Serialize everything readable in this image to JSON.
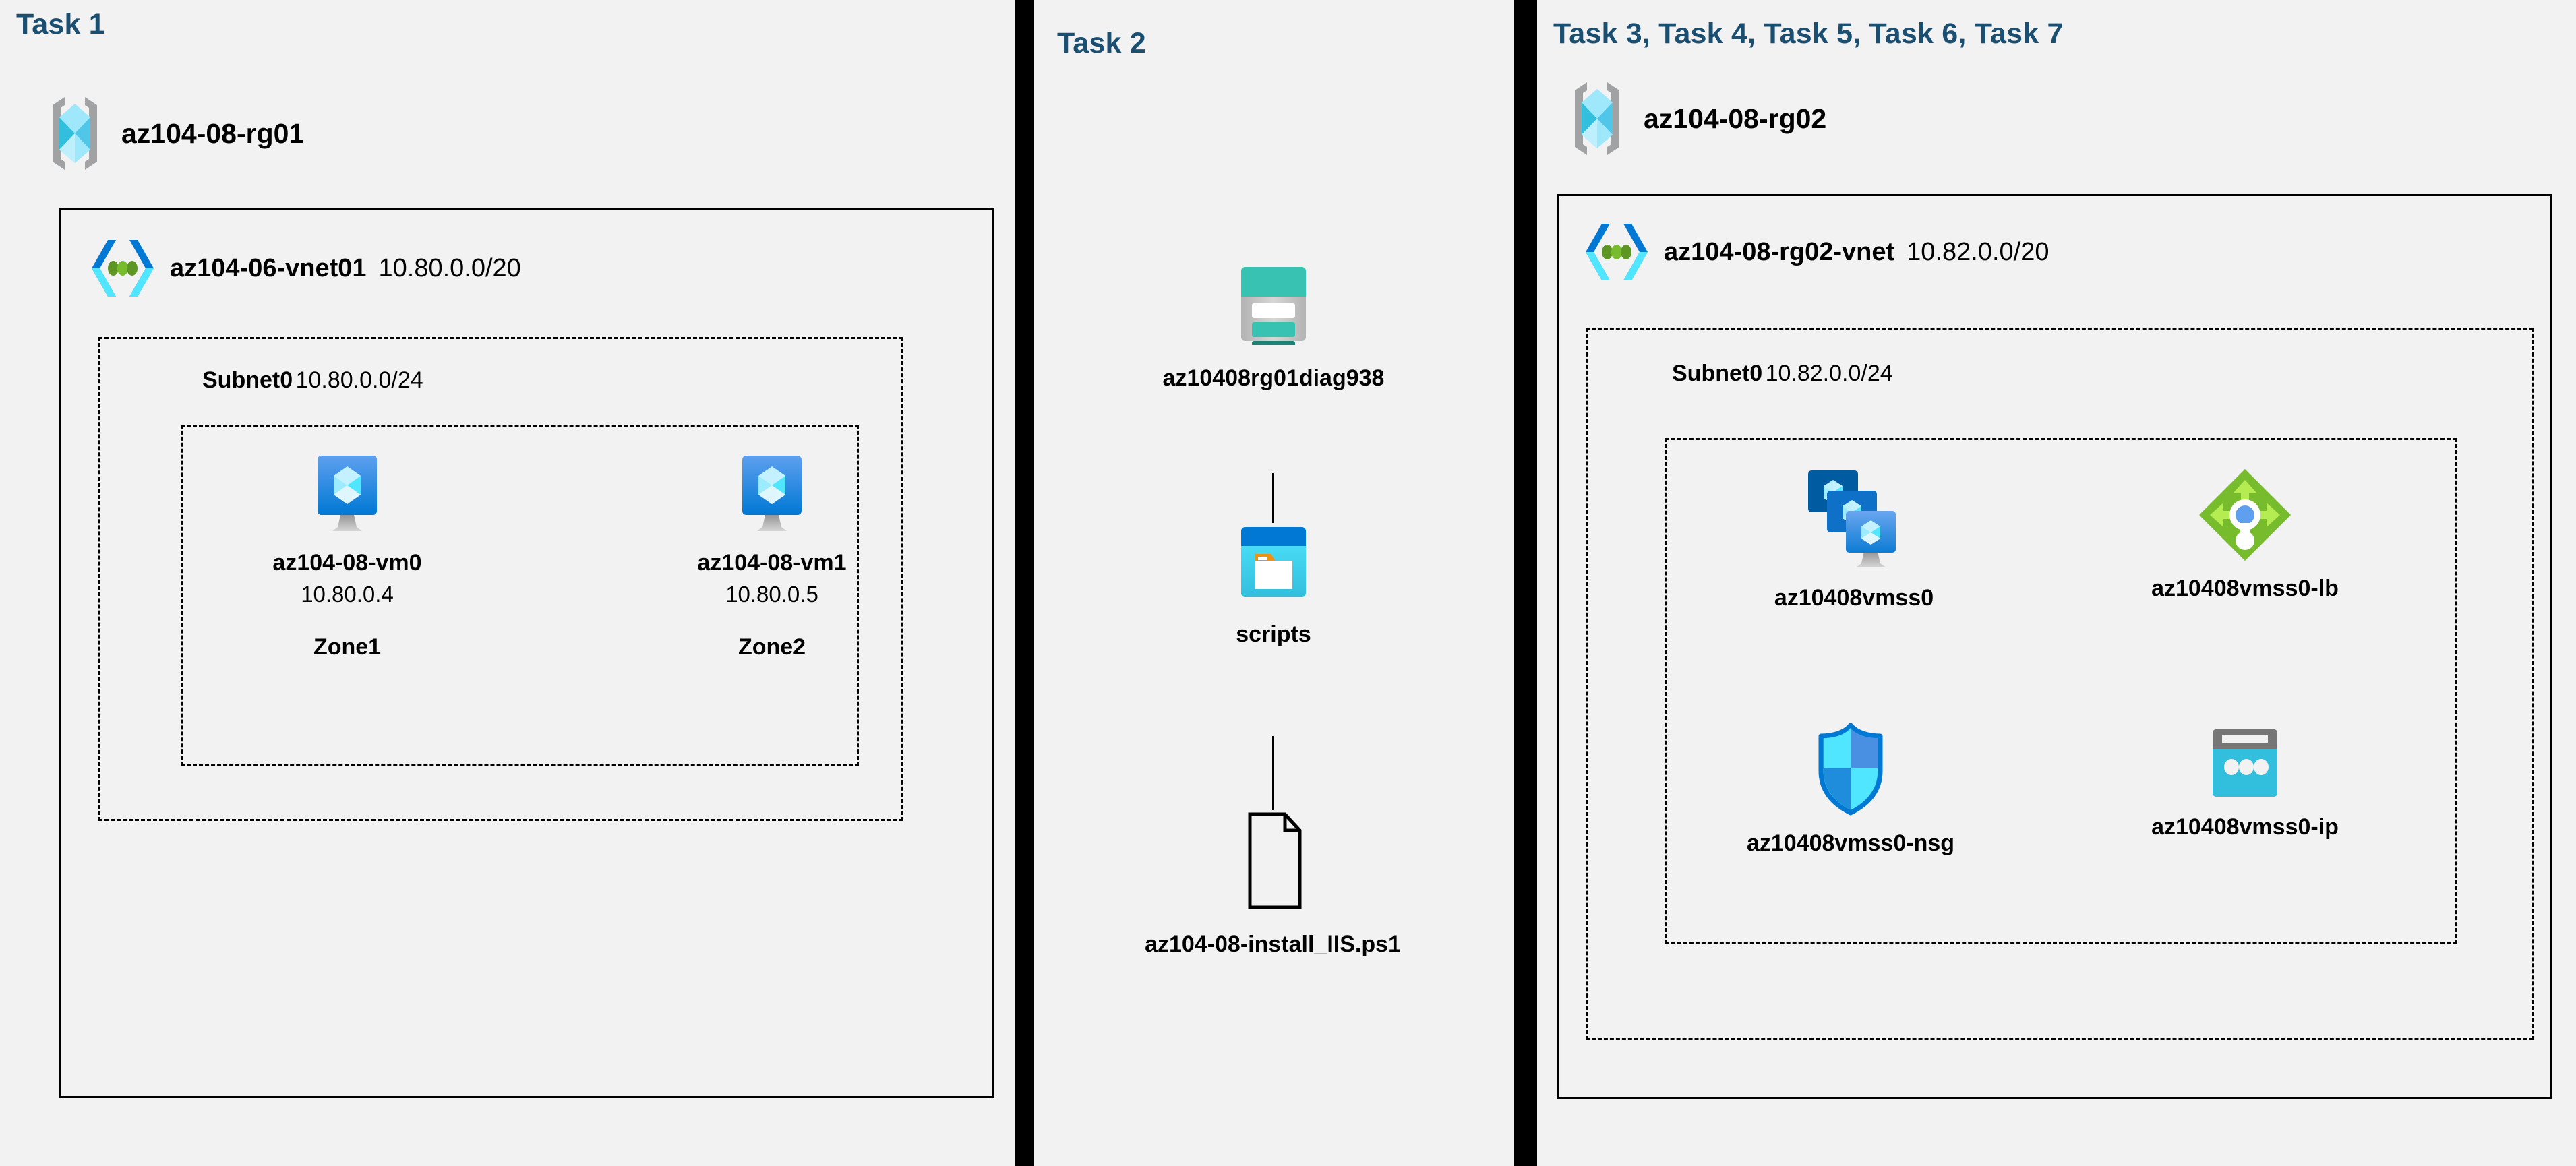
{
  "panels": [
    {
      "heading": "Task 1",
      "resource_group": {
        "name": "az104-08-rg01",
        "icon": "resource-group-icon"
      },
      "vnet": {
        "name": "az104-06-vnet01",
        "cidr": "10.80.0.0/20",
        "icon": "virtual-network-icon"
      },
      "subnet": {
        "name": "Subnet0",
        "cidr": "10.80.0.0/24"
      },
      "vms": [
        {
          "name": "az104-08-vm0",
          "ip": "10.80.0.4",
          "zone": "Zone1",
          "icon": "virtual-machine-icon"
        },
        {
          "name": "az104-08-vm1",
          "ip": "10.80.0.5",
          "zone": "Zone2",
          "icon": "virtual-machine-icon"
        }
      ]
    },
    {
      "heading": "Task 2",
      "items": [
        {
          "name": "az10408rg01diag938",
          "icon": "storage-account-icon"
        },
        {
          "name": "scripts",
          "icon": "blob-container-icon"
        },
        {
          "name": "az104-08-install_IIS.ps1",
          "icon": "script-file-icon"
        }
      ]
    },
    {
      "heading": "Task 3, Task 4, Task 5, Task 6, Task 7",
      "resource_group": {
        "name": "az104-08-rg02",
        "icon": "resource-group-icon"
      },
      "vnet": {
        "name": "az104-08-rg02-vnet",
        "cidr": "10.82.0.0/20",
        "icon": "virtual-network-icon"
      },
      "subnet": {
        "name": "Subnet0",
        "cidr": "10.82.0.0/24"
      },
      "resources": [
        {
          "name": "az10408vmss0",
          "icon": "vm-scale-set-icon"
        },
        {
          "name": "az10408vmss0-lb",
          "icon": "load-balancer-icon"
        },
        {
          "name": "az10408vmss0-nsg",
          "icon": "network-security-group-icon"
        },
        {
          "name": "az10408vmss0-ip",
          "icon": "public-ip-address-icon"
        }
      ]
    }
  ],
  "colors": {
    "background": "#f2f2f2",
    "heading": "#1b4f72",
    "divider": "#000000",
    "azure_blue": "#0078d4",
    "azure_cyan": "#32bedd",
    "storage_teal": "#37c2b1",
    "lb_green": "#76bc2d",
    "rg_gray": "#a0a2a4"
  }
}
